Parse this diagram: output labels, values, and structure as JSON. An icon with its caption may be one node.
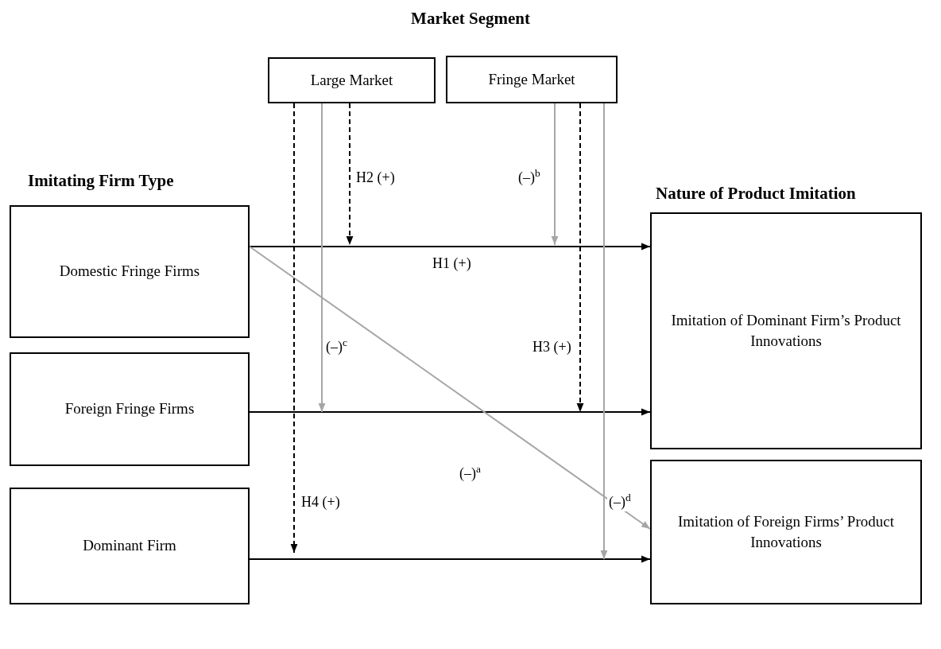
{
  "diagram": {
    "nodes": [
      {
        "text": [
          "Large Market"
        ]
      },
      {
        "text": [
          "Fringe Market"
        ]
      },
      {
        "text": [
          "Domestic Fringe Firms"
        ]
      },
      {
        "text": [
          "Foreign Fringe Firms"
        ]
      },
      {
        "text": [
          "Dominant Firm"
        ]
      },
      {
        "text": [
          "Imitation of Dominant Firm’s Product Innovations"
        ]
      },
      {
        "text": [
          "Imitation of Foreign Firms’ Product Innovations"
        ]
      }
    ],
    "edges": [
      {
        "from": 2,
        "to": 5,
        "arrow": "to",
        "label": "H1 (+)"
      },
      {
        "from": 3,
        "to": 5,
        "arrow": "to"
      },
      {
        "from": 4,
        "to": 6,
        "arrow": "to"
      },
      {
        "from": 2,
        "to": 6,
        "arrow": "to",
        "label": "(–)$^{a}$",
        "color": "#a6a6a6"
      },
      {
        "from": 0,
        "to": null,
        "arrow": "to",
        "label": "H2 (+)",
        "style": "dashed"
      },
      {
        "from": 1,
        "to": null,
        "arrow": "to",
        "label": "(–)$^{b}$",
        "color": "#a6a6a6"
      },
      {
        "from": 0,
        "to": null,
        "arrow": "to",
        "label": "(–)$^{c}$",
        "color": "#a6a6a6"
      },
      {
        "from": 1,
        "to": null,
        "arrow": "to",
        "label": "H3 (+)",
        "style": "dashed"
      },
      {
        "from": 0,
        "to": null,
        "arrow": "to",
        "label": "H4 (+)",
        "style": "dashed"
      },
      {
        "from": 1,
        "to": null,
        "arrow": "to",
        "label": "(–)$^{d}$",
        "color": "#a6a6a6"
      }
    ],
    "labels": [
      "Market Segment",
      "Imitating Firm Type",
      "Nature of Product Imitation"
    ]
  }
}
